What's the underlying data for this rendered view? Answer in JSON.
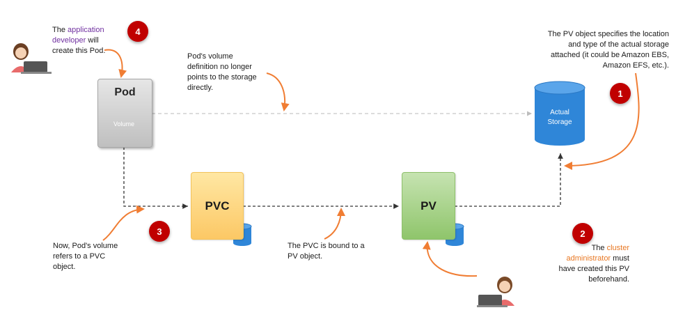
{
  "nodes": {
    "pod": {
      "label": "Pod",
      "volume_label": "Volume"
    },
    "pvc": {
      "label": "PVC"
    },
    "pv": {
      "label": "PV"
    },
    "storage": {
      "label_line1": "Actual",
      "label_line2": "Storage"
    }
  },
  "badges": [
    "1",
    "2",
    "3",
    "4"
  ],
  "notes": {
    "developer": {
      "pre": "The ",
      "highlight1": "application",
      "highlight2": "developer",
      "post": " will",
      "line3": "create this Pod."
    },
    "pod_volume": {
      "lines": [
        "Pod's volume",
        "definition no longer",
        "points to the storage",
        "directly."
      ]
    },
    "pv_object": {
      "lines": [
        "The PV object specifies the location",
        "and type of the actual storage",
        "attached (it could be Amazon EBS,",
        "Amazon EFS, etc.)."
      ]
    },
    "pvc_ref": {
      "lines": [
        "Now, Pod's volume",
        "refers to a PVC",
        "object."
      ]
    },
    "bound": {
      "lines": [
        "The PVC is bound to a",
        "PV object."
      ]
    },
    "admin": {
      "pre": "The ",
      "highlight1": "cluster",
      "highlight2": "administrator",
      "post": " must",
      "line3": "have created this PV",
      "line4": "beforehand."
    }
  },
  "colors": {
    "badge": "#c00000",
    "arrow_orange": "#f07d33",
    "cylinder_blue": "#2e86de",
    "highlight_purple": "#7030a0",
    "highlight_orange": "#e87722"
  }
}
